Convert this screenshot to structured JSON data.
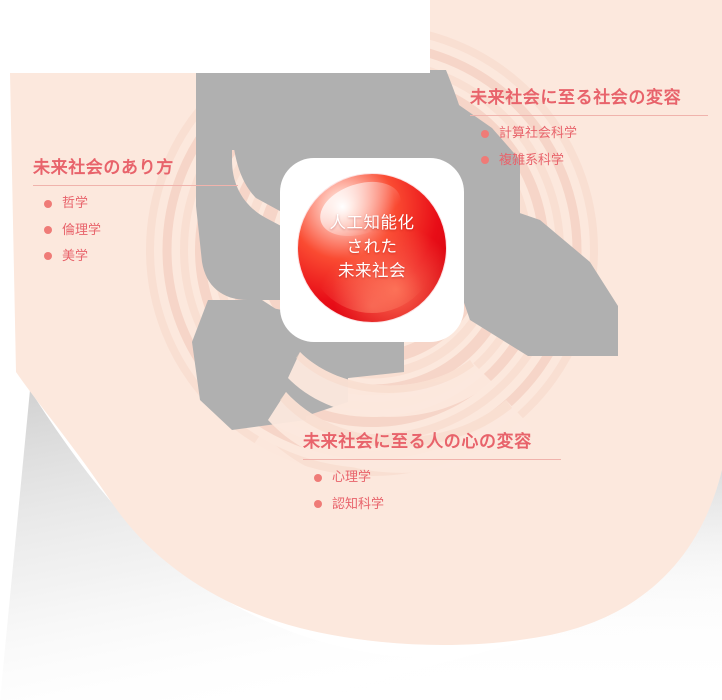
{
  "center": {
    "label_lines": [
      "人工知能化",
      "された",
      "未来社会"
    ],
    "sphere_color": "#e80d17",
    "label_color": "#ffffff"
  },
  "theme": {
    "panel_color": "#fce8dd",
    "accent_color": "#e8636b",
    "bullet_color": "#ef7b77",
    "rule_color": "#f0b3ac",
    "silhouette_color": "#b0b0b0"
  },
  "blocks": [
    {
      "id": "arikata",
      "title": "未来社会のあり方",
      "items": [
        "哲学",
        "倫理学",
        "美学"
      ]
    },
    {
      "id": "shakai",
      "title": "未来社会に至る社会の変容",
      "items": [
        "計算社会科学",
        "複雑系科学"
      ]
    },
    {
      "id": "kokoro",
      "title": "未来社会に至る人の心の変容",
      "items": [
        "心理学",
        "認知科学"
      ]
    }
  ]
}
